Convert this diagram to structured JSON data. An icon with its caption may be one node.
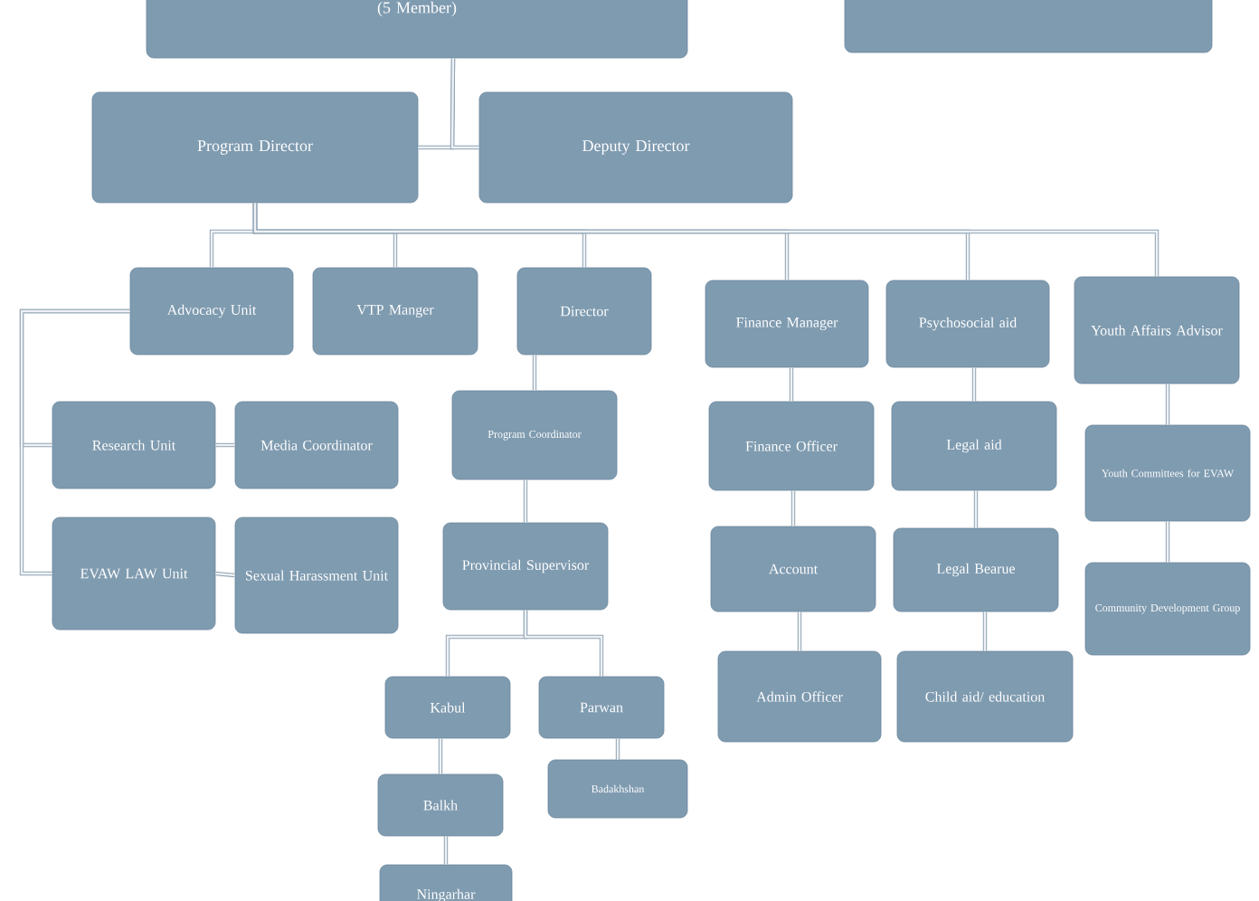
{
  "diagram": {
    "nodes": [
      {
        "text": [
          "(5 Member)"
        ]
      },
      {
        "text": [],
        "shape": "box"
      },
      {
        "text": [
          "Program Director"
        ]
      },
      {
        "text": [
          "Deputy Director"
        ]
      },
      {
        "text": [
          "Advocacy Unit"
        ]
      },
      {
        "text": [
          "VTP Manger"
        ]
      },
      {
        "text": [
          "Director"
        ]
      },
      {
        "text": [
          "Finance Manager"
        ]
      },
      {
        "text": [
          "Psychosocial aid"
        ]
      },
      {
        "text": [
          "Youth Affairs Advisor"
        ]
      },
      {
        "text": [
          "Research Unit"
        ]
      },
      {
        "text": [
          "Media Coordinator"
        ]
      },
      {
        "text": [
          "EVAW LAW Unit"
        ]
      },
      {
        "text": [
          "Sexual Harassment Unit"
        ]
      },
      {
        "text": [
          "Program Coordinator"
        ]
      },
      {
        "text": [
          "Provincial Supervisor"
        ]
      },
      {
        "text": [
          "Finance Officer"
        ]
      },
      {
        "text": [
          "Account"
        ]
      },
      {
        "text": [
          "Admin Officer"
        ]
      },
      {
        "text": [
          "Legal aid"
        ]
      },
      {
        "text": [
          "Legal Bearue"
        ]
      },
      {
        "text": [
          "Child aid/ education"
        ]
      },
      {
        "text": [
          "Youth Committees for EVAW"
        ]
      },
      {
        "text": [
          "Community Development Group"
        ]
      },
      {
        "text": [
          "Kabul"
        ]
      },
      {
        "text": [
          "Parwan"
        ]
      },
      {
        "text": [
          "Balkh"
        ]
      },
      {
        "text": [
          "Badakhshan"
        ]
      },
      {
        "text": [
          "Ningarhar"
        ]
      }
    ],
    "edges": [
      {
        "from": 0,
        "to": 2,
        "arrow": "none"
      },
      {
        "from": 0,
        "to": 3,
        "arrow": "none"
      },
      {
        "from": 2,
        "to": 4,
        "arrow": "none"
      },
      {
        "from": 2,
        "to": 5,
        "arrow": "none"
      },
      {
        "from": 2,
        "to": 6,
        "arrow": "none"
      },
      {
        "from": 2,
        "to": 7,
        "arrow": "none"
      },
      {
        "from": 2,
        "to": 8,
        "arrow": "none"
      },
      {
        "from": 2,
        "to": 9,
        "arrow": "none"
      },
      {
        "from": 4,
        "to": 10,
        "arrow": "none"
      },
      {
        "from": 4,
        "to": 12,
        "arrow": "none"
      },
      {
        "from": 10,
        "to": 11,
        "arrow": "none"
      },
      {
        "from": 12,
        "to": 13,
        "arrow": "none"
      },
      {
        "from": 6,
        "to": 14,
        "arrow": "none"
      },
      {
        "from": 14,
        "to": 15,
        "arrow": "none"
      },
      {
        "from": 15,
        "to": 24,
        "arrow": "none"
      },
      {
        "from": 15,
        "to": 25,
        "arrow": "none"
      },
      {
        "from": 24,
        "to": 26,
        "arrow": "none"
      },
      {
        "from": 26,
        "to": 28,
        "arrow": "none"
      },
      {
        "from": 25,
        "to": 27,
        "arrow": "none"
      },
      {
        "from": 7,
        "to": 16,
        "arrow": "none"
      },
      {
        "from": 16,
        "to": 17,
        "arrow": "none"
      },
      {
        "from": 17,
        "to": 18,
        "arrow": "none"
      },
      {
        "from": 8,
        "to": 19,
        "arrow": "none"
      },
      {
        "from": 19,
        "to": 20,
        "arrow": "none"
      },
      {
        "from": 20,
        "to": 21,
        "arrow": "none"
      },
      {
        "from": 9,
        "to": 22,
        "arrow": "none"
      },
      {
        "from": 22,
        "to": 23,
        "arrow": "none"
      }
    ]
  }
}
